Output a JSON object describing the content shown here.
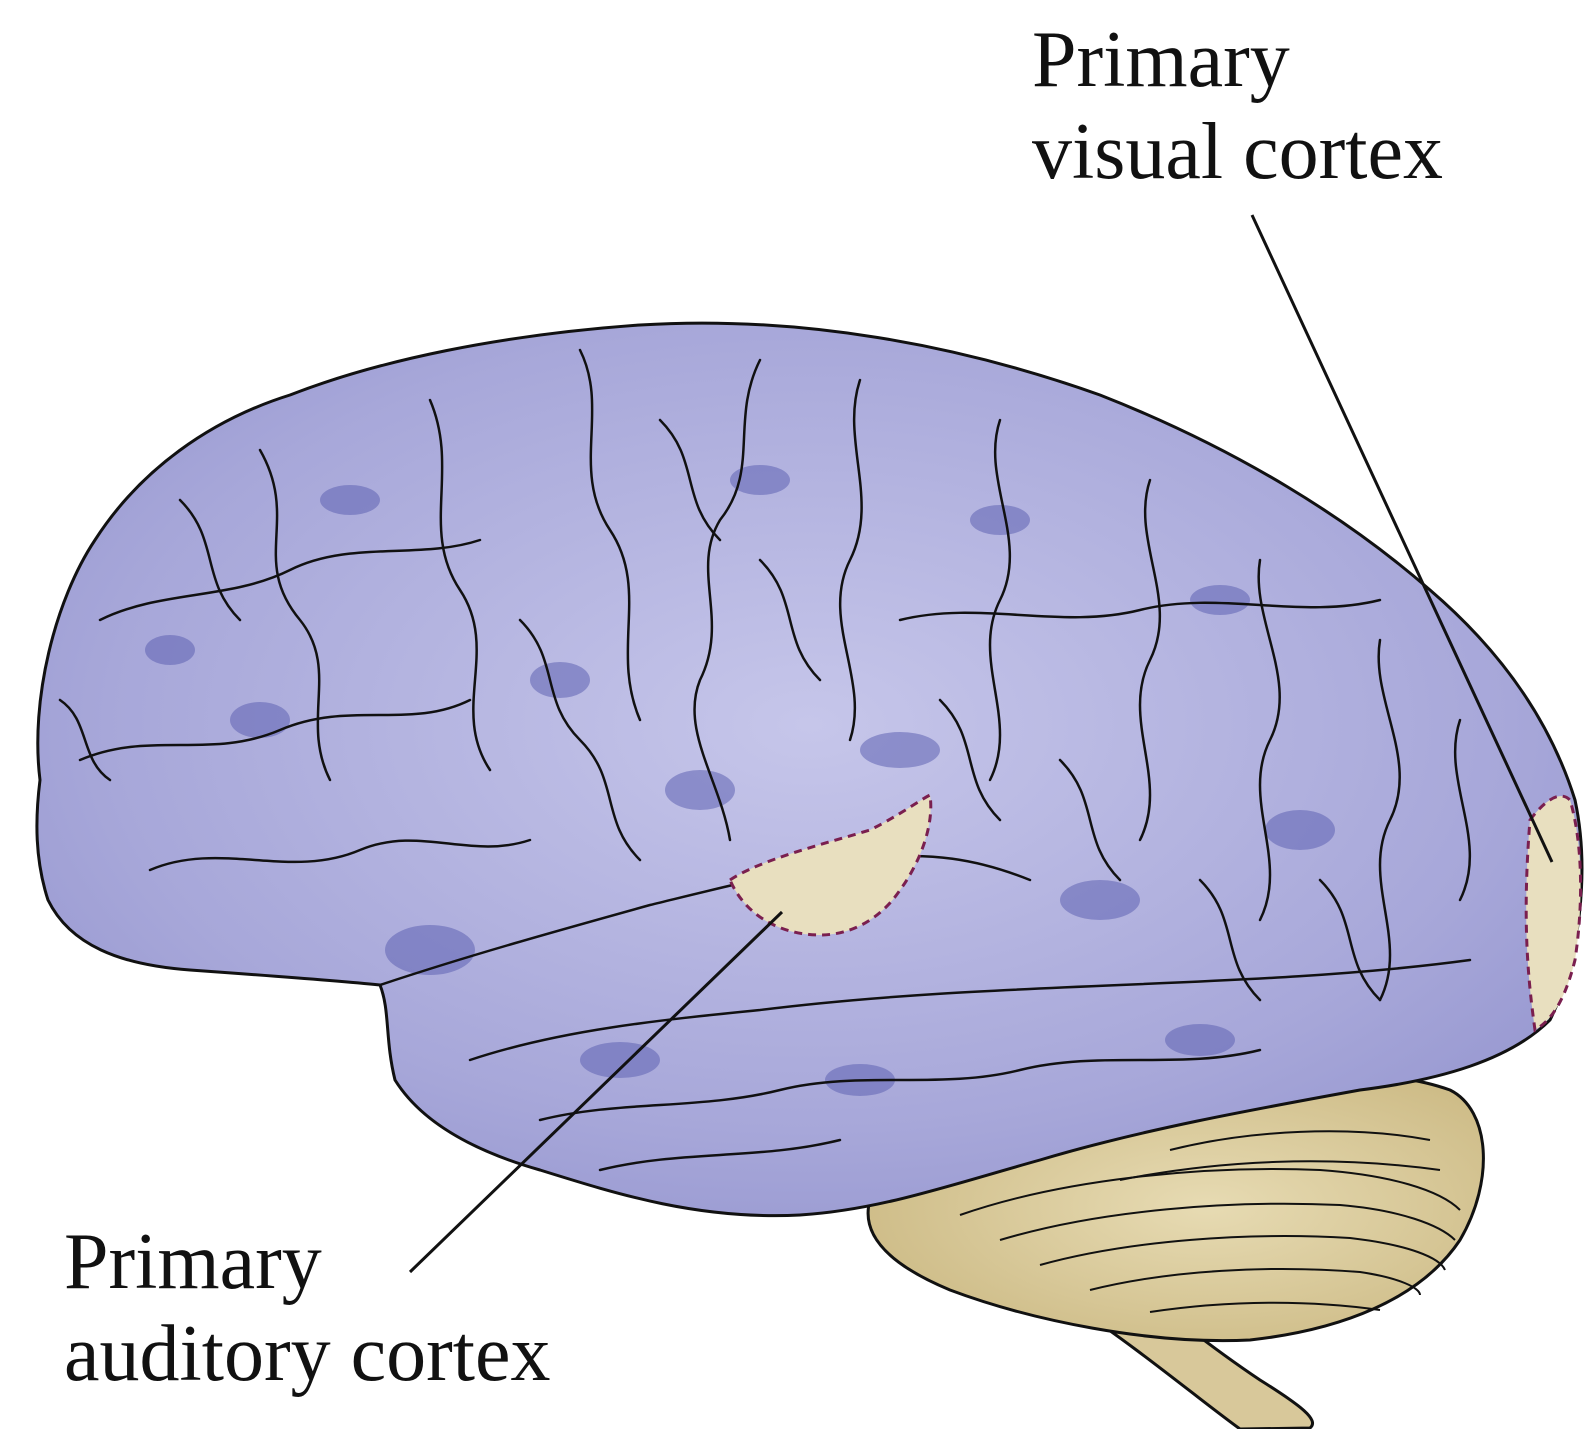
{
  "labels": {
    "visual": {
      "line1": "Primary",
      "line2": "visual cortex"
    },
    "auditory": {
      "line1": "Primary",
      "line2": "auditory cortex"
    }
  },
  "colors": {
    "cortex_fill": "#a7a7d9",
    "cortex_shadow": "#5f62b3",
    "sensory_area_fill": "#e8dfbf",
    "cerebellum_fill": "#d8c89a",
    "outline": "#111111",
    "dashed_border": "#7a1f4f",
    "background": "#ffffff"
  }
}
